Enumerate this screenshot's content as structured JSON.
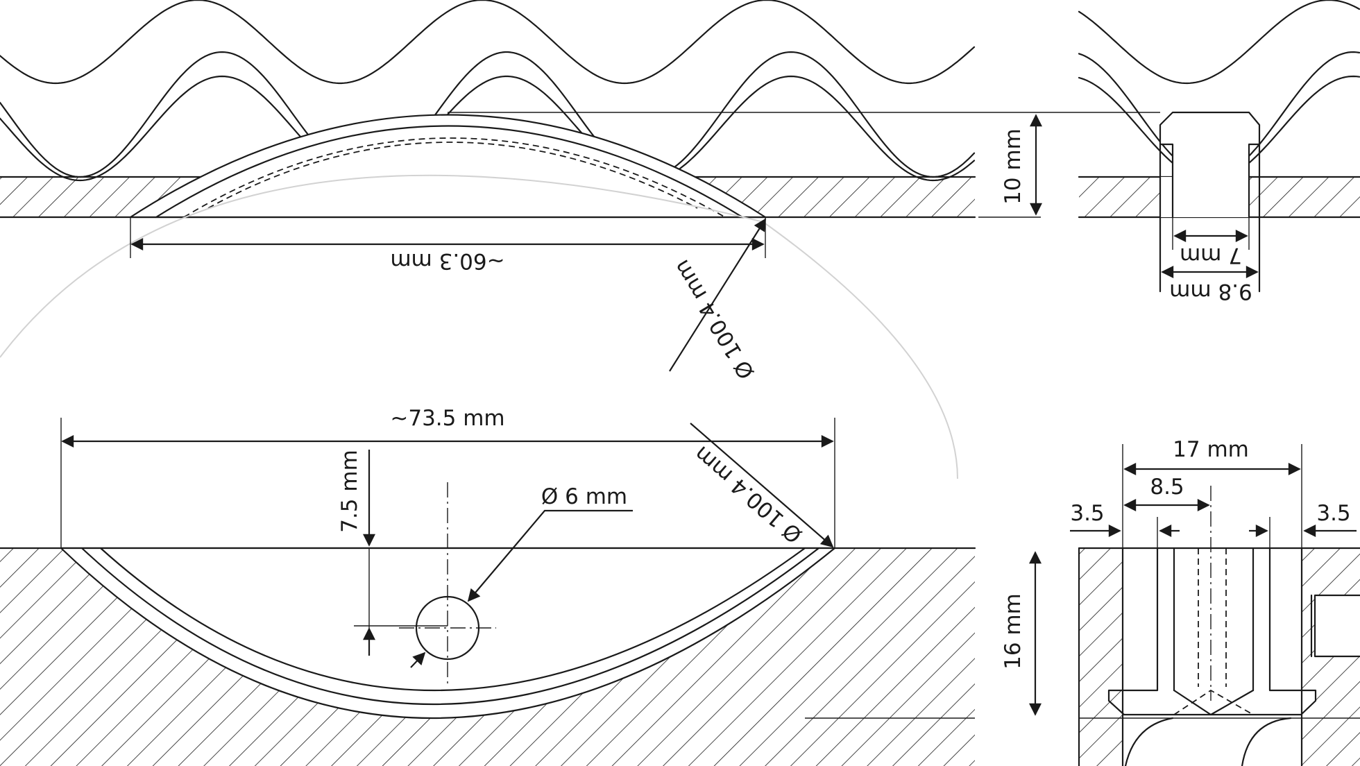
{
  "colors": {
    "ink": "#1a1a1a",
    "paper": "#ffffff",
    "construction": "#d2d2d2"
  },
  "labels": {
    "top_chord": "~60.3 mm",
    "top_diameter": "Ø 100.4 mm",
    "top_height": "10 mm",
    "top_inner_width": "7 mm",
    "top_outer_width": "9.8 mm",
    "bottom_chord": "~73.5 mm",
    "bottom_diameter": "Ø 100.4 mm",
    "bottom_depth": "7.5 mm",
    "hole_diameter": "Ø  6 mm",
    "bottom_height": "16 mm",
    "bottom_width": "17 mm",
    "bottom_half": "8.5",
    "bottom_left_wall": "3.5",
    "bottom_right_wall": "3.5"
  }
}
